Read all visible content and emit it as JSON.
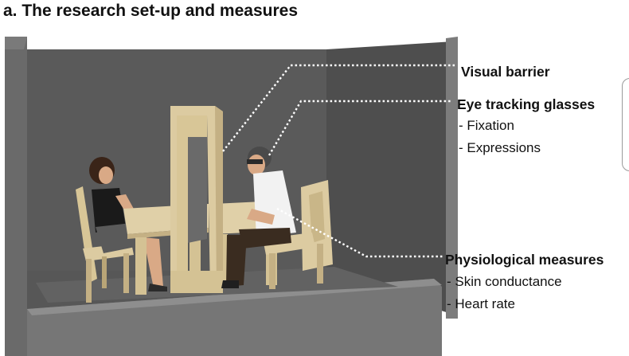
{
  "heading": "a. The research set-up and measures",
  "labels": {
    "visual_barrier": "Visual barrier",
    "eye_tracking": {
      "title": "Eye tracking glasses",
      "items": [
        "- Fixation",
        "- Expressions"
      ]
    },
    "physiological": {
      "title": "Physiological measures",
      "items": [
        "- Skin conductance",
        "- Heart rate"
      ]
    }
  },
  "colors": {
    "wall_dark": "#5b5b5b",
    "wall_mid": "#6e6e6e",
    "wood": "#dccba1",
    "wood_shade": "#c4b084"
  }
}
